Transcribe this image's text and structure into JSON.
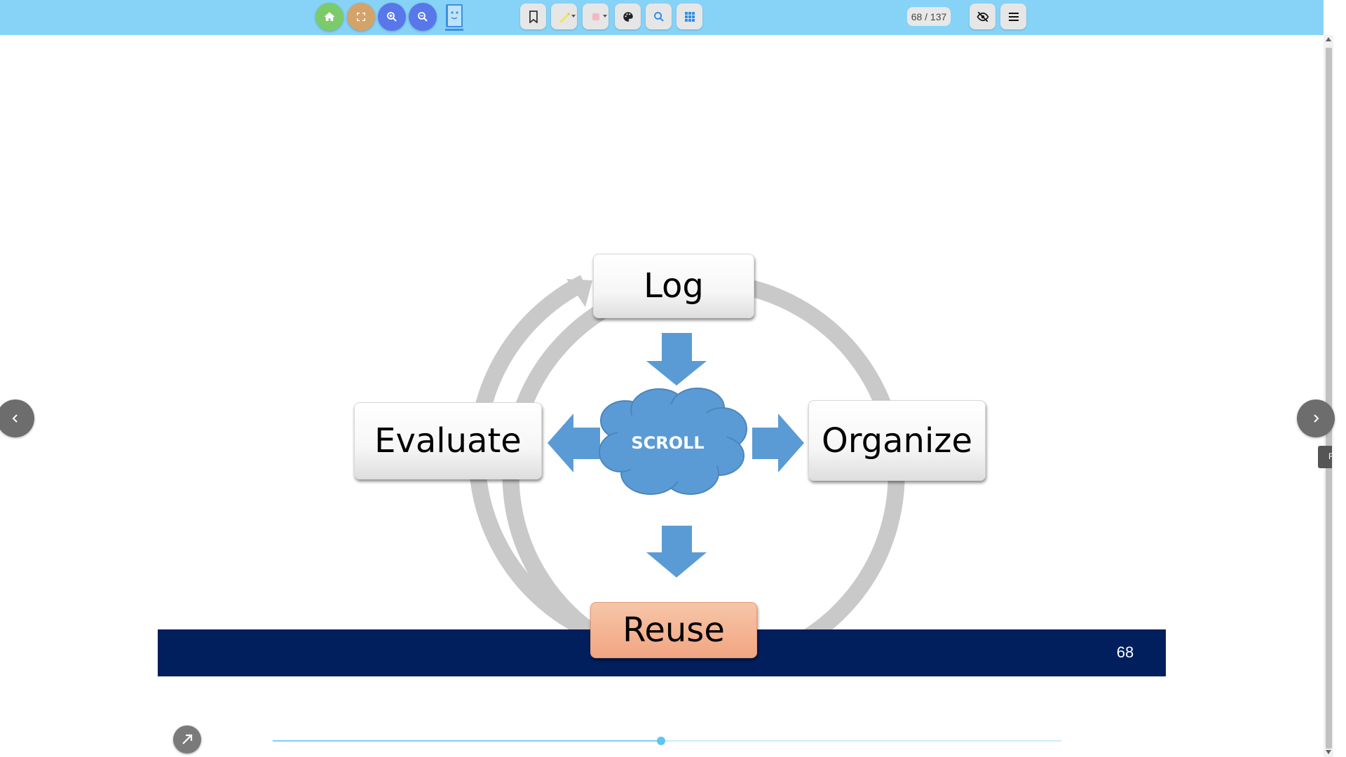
{
  "toolbar": {
    "page_counter": "68 / 137",
    "colors": {
      "bar": "#87d3f8",
      "home": "#7ccb6a",
      "fullscreen": "#d4a36a",
      "zoom": "#5877ea"
    },
    "buttons": [
      {
        "icon": "home-icon"
      },
      {
        "icon": "fullscreen-icon"
      },
      {
        "icon": "zoom-in-icon"
      },
      {
        "icon": "zoom-out-icon"
      },
      {
        "icon": "book-logo-icon"
      },
      {
        "icon": "bookmark-icon"
      },
      {
        "icon": "highlighter-icon"
      },
      {
        "icon": "eraser-icon"
      },
      {
        "icon": "palette-icon"
      },
      {
        "icon": "search-icon"
      },
      {
        "icon": "grid-icon"
      },
      {
        "icon": "eye-off-icon"
      },
      {
        "icon": "menu-icon"
      }
    ]
  },
  "slide": {
    "center_label": "SCROLL",
    "nodes": {
      "top": "Log",
      "left": "Evaluate",
      "right": "Organize",
      "bottom": "Reuse"
    },
    "slide_number": "68",
    "colors": {
      "arrow": "#5b9bd5",
      "cloud": "#5b9bd5",
      "cycle_ring": "#c9c9c9",
      "footer": "#001f5c",
      "reuse_box": "#f4ad8b"
    }
  },
  "navigation": {
    "prev_icon": "chevron-left-icon",
    "next_icon": "chevron-right-icon",
    "side_tab_label": "F"
  },
  "progress": {
    "fraction": 0.492,
    "share_icon": "share-arrow-icon"
  }
}
